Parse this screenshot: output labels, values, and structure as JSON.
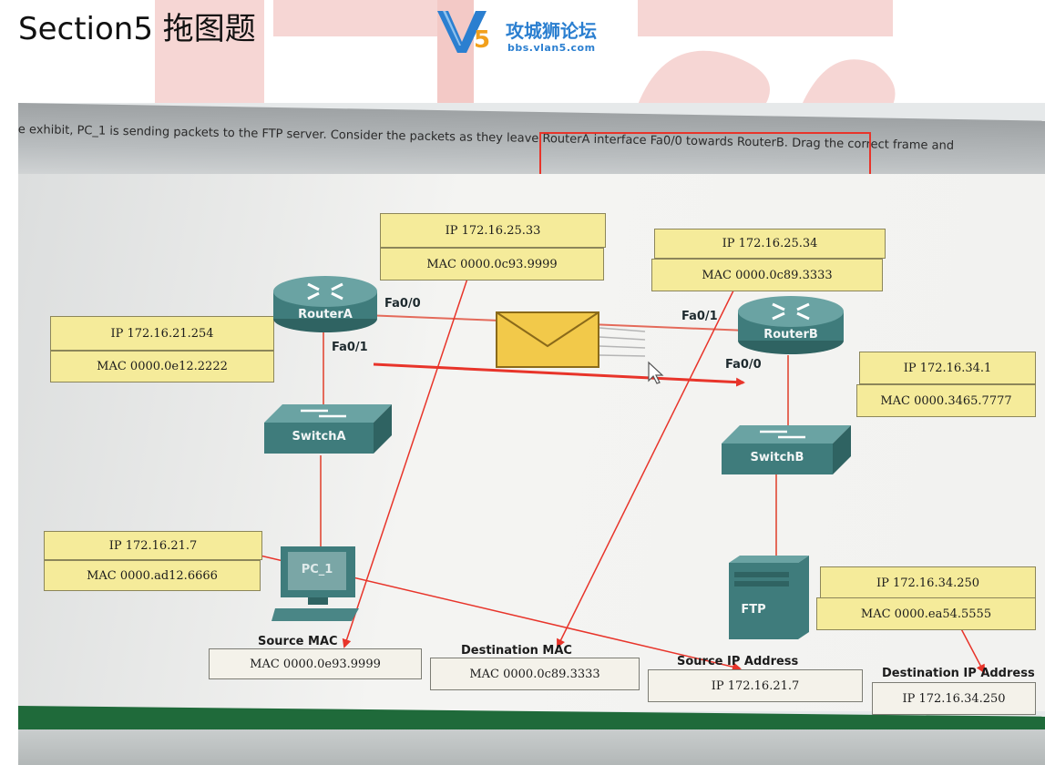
{
  "slide": {
    "title": "Section5  拖图题",
    "logo_text": "攻城狮论坛",
    "logo_url": "bbs.vlan5.com"
  },
  "question": {
    "text": "e exhibit, PC_1 is sending packets to the FTP server. Consider the packets as they leave RouterA interface Fa0/0 towards RouterB. Drag the correct frame and"
  },
  "devices": {
    "routerA": "RouterA",
    "routerB": "RouterB",
    "switchA": "SwitchA",
    "switchB": "SwitchB",
    "pc": "PC_1",
    "ftp": "FTP"
  },
  "ports": {
    "ra_fa00": "Fa0/0",
    "ra_fa01": "Fa0/1",
    "rb_fa01": "Fa0/1",
    "rb_fa00": "Fa0/0"
  },
  "addresses": {
    "ra_fa00_ip": "IP 172.16.25.33",
    "ra_fa00_mac": "MAC 0000.0c93.9999",
    "rb_fa01_ip": "IP 172.16.25.34",
    "rb_fa01_mac": "MAC 0000.0c89.3333",
    "ra_fa01_ip": "IP 172.16.21.254",
    "ra_fa01_mac": "MAC 0000.0e12.2222",
    "rb_fa00_ip": "IP 172.16.34.1",
    "rb_fa00_mac": "MAC 0000.3465.7777",
    "pc_ip": "IP 172.16.21.7",
    "pc_mac": "MAC 0000.ad12.6666",
    "ftp_ip": "IP 172.16.34.250",
    "ftp_mac": "MAC 0000.ea54.5555"
  },
  "targets": {
    "src_mac_label": "Source MAC",
    "src_mac_value": "MAC 0000.0e93.9999",
    "dst_mac_label": "Destination MAC",
    "dst_mac_value": "MAC 0000.0c89.3333",
    "src_ip_label": "Source IP Address",
    "src_ip_value": "IP 172.16.21.7",
    "dst_ip_label": "Destination IP Address",
    "dst_ip_value": "IP 172.16.34.250"
  },
  "colors": {
    "accent_red": "#e8342a",
    "link": "#e46a5a",
    "device_teal": "#3f7c7c",
    "addr_box": "#f5eb9a"
  }
}
